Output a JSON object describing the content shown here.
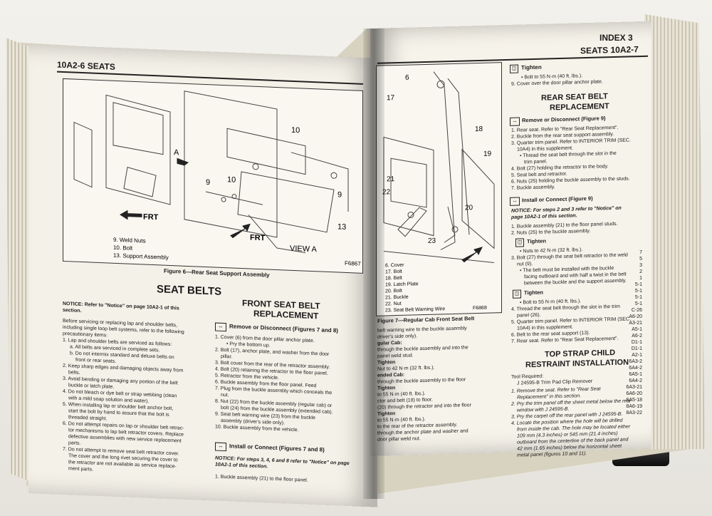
{
  "left_page": {
    "header_code": "10A2-6",
    "header_title": "SEATS",
    "fig6": {
      "callouts": [
        "10",
        "9",
        "10",
        "9",
        "13",
        "A"
      ],
      "view_label": "VIEW A",
      "frt_label_1": "FRT",
      "frt_label_2": "FRT",
      "code": "F6867",
      "legend": [
        "9. Weld Nuts",
        "10. Bolt",
        "13. Support Assembly"
      ],
      "caption": "Figure 6—Rear Seat Support Assembly"
    },
    "seat_belts": {
      "title": "SEAT BELTS",
      "notice": "NOTICE: Refer to \"Notice\" on page 10A2-1 of this section.",
      "intro": [
        "Before servicing or replacing lap and shoulder belts,",
        "including single loop belt systems, refer to the following",
        "precautionary items:"
      ],
      "items": [
        "1. Lap and shoulder belts are serviced as follows:",
        "a. All belts are serviced in complete sets.",
        "b. Do not intermix standard and deluxe belts on",
        "front or rear seats.",
        "2. Keep sharp edges and damaging objects away from",
        "belts.",
        "3. Avoid bending or damaging any portion of the belt",
        "buckle or latch plate.",
        "4. Do not bleach or dye belt or strap webbing (clean",
        "with a mild soap solution and water).",
        "5. When installing lap or shoulder belt anchor bolt,",
        "start the bolt by hand to assure that the bolt is",
        "threaded straight.",
        "6. Do not attempt repairs on lap or shoulder belt retrac-",
        "tor mechanisms to lap belt retractor covers. Replace",
        "defective assemblies with new service replacement",
        "parts.",
        "7. Do not attempt to remove seat belt retractor cover.",
        "The cover and the long rivet securing the cover to",
        "the retractor are not available as service replace-",
        "ment parts."
      ]
    },
    "front_belt": {
      "title_line1": "FRONT SEAT BELT",
      "title_line2": "REPLACEMENT",
      "remove_label": "Remove or Disconnect (Figures 7 and 8)",
      "remove_steps": [
        "1. Cover (6) from the door pillar anchor plate.",
        "• Pry the bottom up.",
        "2. Bolt (17), anchor plate, and washer from the door",
        "pillar.",
        "3. Bolt cover from the rear of the retractor assembly.",
        "4. Bolt (20) retaining the retractor to the floor panel.",
        "5. Retractor from the vehicle.",
        "6. Buckle assembly from the floor panel. Feed",
        "7. Plug from the buckle assembly which conceals the",
        "nut.",
        "8. Nut (22) from the buckle assembly (regular cab) or",
        "bolt (24) from the buckle assembly (extended cab).",
        "9. Seat belt warning wire (23) from the buckle",
        "assembly (driver's side only).",
        "10. Buckle assembly from the vehicle."
      ],
      "install_label": "Install or Connect (Figures 7 and 8)",
      "install_notice": "NOTICE: For steps 3, 4, 6 and 8 refer to \"Notice\" on page 10A2-1 of this section.",
      "install_step1": "1. Buckle assembly (21) to the floor panel."
    }
  },
  "right_page": {
    "index_tab": "INDEX 3",
    "header_title": "SEATS",
    "header_code": "10A2-7",
    "fig7": {
      "callouts": [
        "6",
        "17",
        "18",
        "19",
        "21",
        "22",
        "20",
        "23"
      ],
      "legend": [
        "6. Cover",
        "17. Bolt",
        "18. Belt",
        "19. Latch Plate",
        "20. Bolt",
        "21. Buckle",
        "22. Nut",
        "23. Seat Belt Warning Wire"
      ],
      "code": "F6868",
      "caption": "Figure 7—Regular Cab Front Seat Belt"
    },
    "continued_col": [
      "belt warning wire to the buckle assembly",
      "driver's side only).",
      "gular Cab:",
      "through the buckle assembly and into the",
      "panel weld stud.",
      "Tighten",
      "Nut to 42 N·m (32 ft. lbs.).",
      "ended Cab:",
      "through the buckle assembly to the floor",
      "Tighten",
      "to 55 N·m (40 ft. lbs.).",
      "ctor and belt (18) to floor.",
      "(20) through the retractor and into the floor",
      "Tighten",
      "to 55 N·m (40 ft. lbs.).",
      "to the rear of the retractor assembly.",
      "through the anchor plate and washer and",
      "door pillar weld nut."
    ],
    "top_tighten_label": "Tighten",
    "top_tighten_steps": [
      "• Bolt to 55 N·m (40 ft. lbs.).",
      "9. Cover over the door pillar anchor plate."
    ],
    "rear_belt": {
      "title_line1": "REAR SEAT BELT",
      "title_line2": "REPLACEMENT",
      "remove_label": "Remove or Disconnect (Figure 9)",
      "remove_steps": [
        "1. Rear seat. Refer to \"Rear Seat Replacement\".",
        "2. Buckle from the rear seat support assembly.",
        "3. Quarter trim panel. Refer to INTERIOR TRIM (SEC.",
        "10A4) in this supplement.",
        "• Thread the seat belt through the slot in the",
        "trim panel.",
        "4. Bolt (27) holding the retractor to the body.",
        "5. Seat belt and retractor.",
        "6. Nuts (25) holding the buckle assembly to the studs.",
        "7. Buckle assembly."
      ],
      "install_label": "Install or Connect (Figure 9)",
      "install_notice": [
        "NOTICE: For steps 2 and 3 refer to \"Notice\" on",
        "page 10A2-1 of this section."
      ],
      "install_steps_a": [
        "1. Buckle assembly (21) to the floor panel studs.",
        "2. Nuts (25) to the buckle assembly."
      ],
      "tighten1_label": "Tighten",
      "install_steps_b": [
        "• Nuts to 42 N·m (32 ft. lbs.).",
        "3. Bolt (27) through the seat belt retractor to the weld",
        "nut (9).",
        "• The belt must be installed with the buckle",
        "facing outboard and with half a twist in the belt",
        "between the buckle and the support assembly."
      ],
      "tighten2_label": "Tighten",
      "install_steps_c": [
        "• Bolt to 55 N·m (40 ft. lbs.).",
        "4. Thread the seat belt through the slot in the trim",
        "panel (26).",
        "5. Quarter trim panel. Refer to INTERIOR TRIM (SEC.",
        "10A4) in this supplement.",
        "6. Belt to the rear seat support (13).",
        "7. Rear seat. Refer to \"Rear Seat Replacement\"."
      ]
    },
    "child_restraint": {
      "title_line1": "TOP STRAP CHILD",
      "title_line2": "RESTRAINT INSTALLATION",
      "tool_req": "Tool Required:",
      "tool": "J 24595-B Trim Pad Clip Remover",
      "steps": [
        "1. Remove the seat. Refer to \"Rear Seat",
        "Replacement\" in this section.",
        "2. Pry the trim panel off the sheet metal below the rear",
        "window with J 24595-B.",
        "3. Pry the carpet off the rear panel with J 24595-B.",
        "4. Locate the position where the hole will be drilled",
        "from inside the cab. The hole may be located either",
        "109 mm (4.3 inches) or 545 mm (21.4 inches)",
        "outboard from the centerline of the back panel and",
        "42 mm (1.65 inches) below the horizontal sheet",
        "metal panel (figures 10 and 11)."
      ]
    },
    "edge_index": [
      "7",
      "5",
      "3",
      "2",
      "1",
      "5-1",
      "5-1",
      "5-1",
      "5-1",
      "C-26",
      "A6-20",
      "A3-21",
      "A5-1",
      "A6-2",
      "D1-1",
      "D1-1",
      "A2-1",
      "6A3-2",
      "6A4-2",
      "6A5-1",
      "6A4-2",
      "6A3-21",
      "6A6-20",
      "8A5-18",
      "8A6-19",
      "8A3-22"
    ]
  }
}
